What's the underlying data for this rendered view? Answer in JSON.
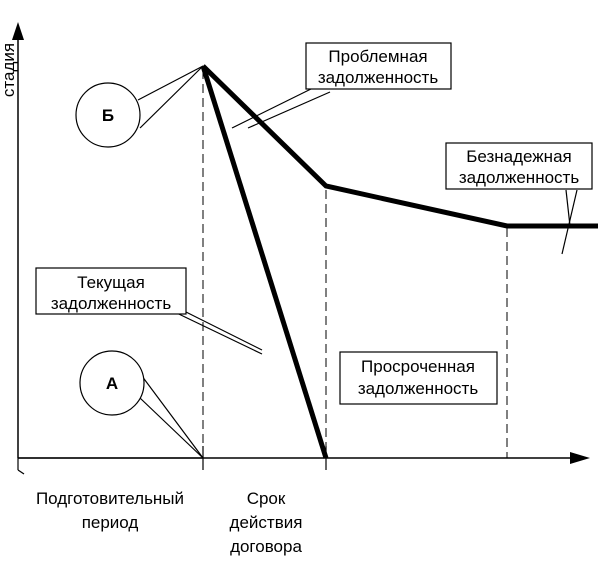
{
  "axis": {
    "y_label": "стадия"
  },
  "circles": {
    "a": "А",
    "b": "Б"
  },
  "labels": {
    "problem": [
      "Проблемная",
      "задолженность"
    ],
    "hopeless": [
      "Безнадежная",
      "задолженность"
    ],
    "current": [
      "Текущая",
      "задолженность"
    ],
    "overdue": [
      "Просроченная",
      "задолженность"
    ]
  },
  "periods": {
    "preparatory": [
      "Подготовительный",
      "период"
    ],
    "contract": [
      "Срок",
      "действия",
      "договора"
    ]
  }
}
